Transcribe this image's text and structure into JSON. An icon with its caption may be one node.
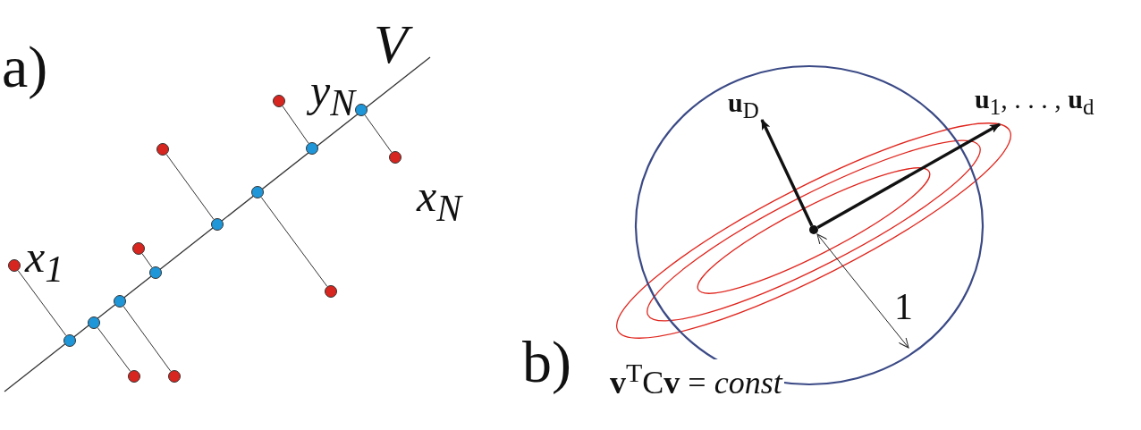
{
  "diagram": {
    "nodes": [
      {
        "text": [],
        "shape": "circle",
        "beside": [
          "x$_{1}$"
        ]
      },
      {
        "text": [],
        "shape": "circle"
      },
      {
        "text": [],
        "shape": "circle"
      },
      {
        "text": [],
        "shape": "circle"
      },
      {
        "text": [],
        "shape": "circle"
      },
      {
        "text": [],
        "shape": "circle"
      },
      {
        "text": [],
        "shape": "circle"
      },
      {
        "text": [],
        "shape": "circle"
      },
      {
        "text": [],
        "shape": "circle"
      },
      {
        "text": [],
        "shape": "circle"
      },
      {
        "text": [],
        "shape": "circle"
      },
      {
        "text": [],
        "shape": "circle"
      },
      {
        "text": [],
        "shape": "circle"
      },
      {
        "text": [],
        "shape": "circle"
      },
      {
        "text": [],
        "shape": "circle",
        "beside": [
          "x$_{N}$"
        ]
      },
      {
        "text": [],
        "shape": "circle",
        "beside": [
          "y$_{N}$"
        ]
      },
      {
        "text": [],
        "shape": "circle"
      },
      {
        "text": [
          "**u**$_{D}$"
        ]
      },
      {
        "text": [
          "**u**$_{1}$, . . . , **u**$_{d}$"
        ]
      }
    ],
    "edges": [
      {
        "from": 0,
        "to": 1,
        "arrow": "none"
      },
      {
        "from": 2,
        "to": 3,
        "arrow": "none"
      },
      {
        "from": 4,
        "to": 5,
        "arrow": "none"
      },
      {
        "from": 6,
        "to": 7,
        "arrow": "none"
      },
      {
        "from": 8,
        "to": 9,
        "arrow": "none"
      },
      {
        "from": 10,
        "to": 11,
        "arrow": "none"
      },
      {
        "from": 12,
        "to": 13,
        "arrow": "none"
      },
      {
        "from": 14,
        "to": 15,
        "arrow": "none"
      },
      {
        "from": 16,
        "to": 17,
        "arrow": "to",
        "style": "thick"
      },
      {
        "from": 16,
        "to": 18,
        "arrow": "to",
        "style": "thick"
      }
    ],
    "labels": [
      "a)",
      "V",
      "1",
      "b)",
      "**v**$^{T}$C**v** = *const*"
    ]
  }
}
